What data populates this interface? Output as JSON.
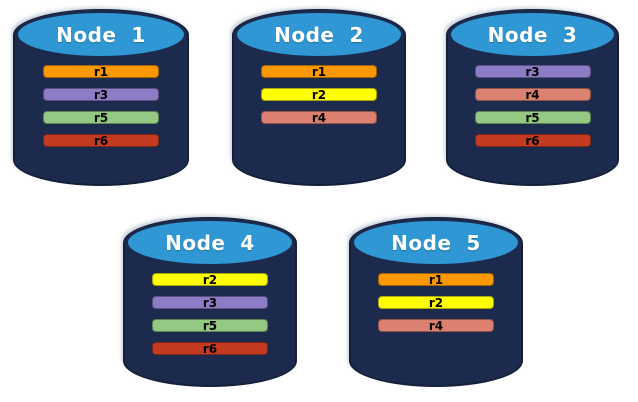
{
  "colors": {
    "cylinder_body": "#1C2B4D",
    "cylinder_outline": "#14203A",
    "cylinder_top": "#2E97D4",
    "title_text": "#FFFFFF",
    "bar_text": "#000000"
  },
  "replica_colors": {
    "r1": "#FB9800",
    "r2": "#FFFF00",
    "r3": "#8C7CC6",
    "r4": "#DC8170",
    "r5": "#94C983",
    "r6": "#C43B22"
  },
  "nodes": [
    {
      "title": "Node  1",
      "replicas": [
        "r1",
        "r3",
        "r5",
        "r6"
      ]
    },
    {
      "title": "Node  2",
      "replicas": [
        "r1",
        "r2",
        "r4"
      ]
    },
    {
      "title": "Node  3",
      "replicas": [
        "r3",
        "r4",
        "r5",
        "r6"
      ]
    },
    {
      "title": "Node  4",
      "replicas": [
        "r2",
        "r3",
        "r5",
        "r6"
      ]
    },
    {
      "title": "Node  5",
      "replicas": [
        "r1",
        "r2",
        "r4"
      ]
    }
  ]
}
